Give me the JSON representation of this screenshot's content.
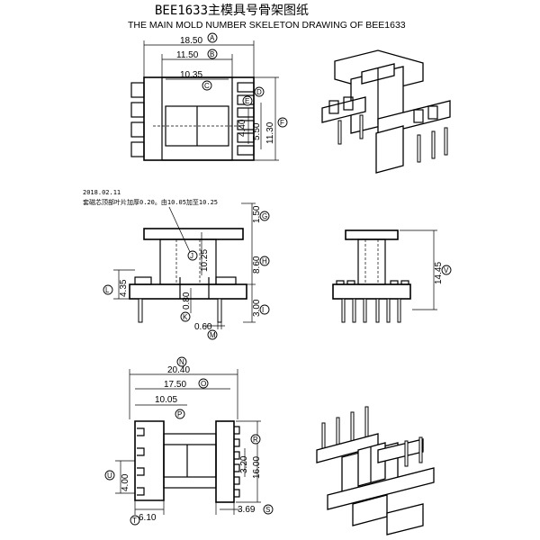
{
  "title": "BEE1633主模具号骨架图纸",
  "subtitle": "THE MAIN MOLD NUMBER SKELETON DRAWING OF BEE1633",
  "note": {
    "date": "2018.02.11",
    "text": "套磁芯顶部叶片加厚0.20。由10.05加至10.25"
  },
  "dimensions": {
    "A": "18.50",
    "B": "11.50",
    "C": "10.35",
    "E": "4.40",
    "F_inner": "5.50",
    "F": "11.30",
    "G": "1.50",
    "J": "10.25",
    "H": "8.60",
    "L": "4.35",
    "K": "0.80",
    "I": "3.00",
    "M": "0.60",
    "V": "14.45",
    "N": "20.40",
    "O": "17.50",
    "P": "10.05",
    "R_inner": "3.20",
    "R": "16.00",
    "U": "4.00",
    "T": "6.10",
    "S": "3.69"
  },
  "tags": {
    "A": "A",
    "B": "B",
    "C": "C",
    "D": "D",
    "E": "E",
    "F": "F",
    "G": "G",
    "H": "H",
    "I": "I",
    "J": "J",
    "K": "K",
    "L": "L",
    "M": "M",
    "N": "N",
    "O": "O",
    "P": "P",
    "R": "R",
    "S": "S",
    "T": "T",
    "U": "U",
    "V": "V"
  }
}
